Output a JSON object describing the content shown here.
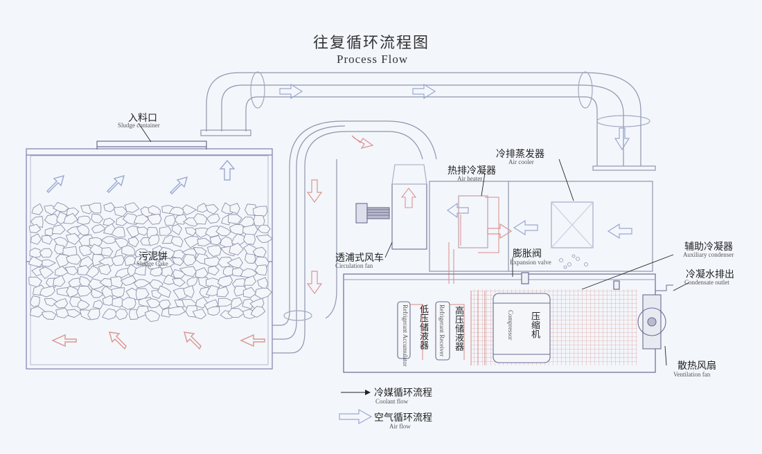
{
  "title": {
    "zh": "往复循环流程图",
    "en": "Process Flow"
  },
  "labels": {
    "sludge_container": {
      "zh": "入料口",
      "en": "Sludge container"
    },
    "sludge_cake": {
      "zh": "污泥饼",
      "en": "Sludge Cake"
    },
    "circulation_fan": {
      "zh": "透浦式风车",
      "en": "Circulation fan"
    },
    "air_heater": {
      "zh": "热排冷凝器",
      "en": "Air heater"
    },
    "air_cooler": {
      "zh": "冷排蒸发器",
      "en": "Air cooler"
    },
    "expansion_valve": {
      "zh": "膨胀阀",
      "en": "Expansion valve"
    },
    "auxiliary_condenser": {
      "zh": "辅助冷凝器",
      "en": "Auxiliary condenser"
    },
    "condensate_outlet": {
      "zh": "冷凝水排出",
      "en": "Condensate outlet"
    },
    "low_pressure_receiver": {
      "zh": "低压储液器",
      "en": "Refrigerant Accumulator"
    },
    "high_pressure_receiver": {
      "zh": "高压储液器",
      "en": "Refrigerant Receiver"
    },
    "compressor": {
      "zh": "压缩机",
      "en": "Compressor"
    },
    "ventilation_fan": {
      "zh": "散热风扇",
      "en": "Ventilation fan"
    }
  },
  "legend": {
    "coolant": {
      "zh": "冷媒循环流程",
      "en": "Coolant flow"
    },
    "air": {
      "zh": "空气循环流程",
      "en": "Air flow"
    }
  },
  "colors": {
    "line": "#8f96ad",
    "coolant": "#d98b86",
    "air_arrow": "#8fa0c8",
    "frame": "#7e7fa8"
  }
}
